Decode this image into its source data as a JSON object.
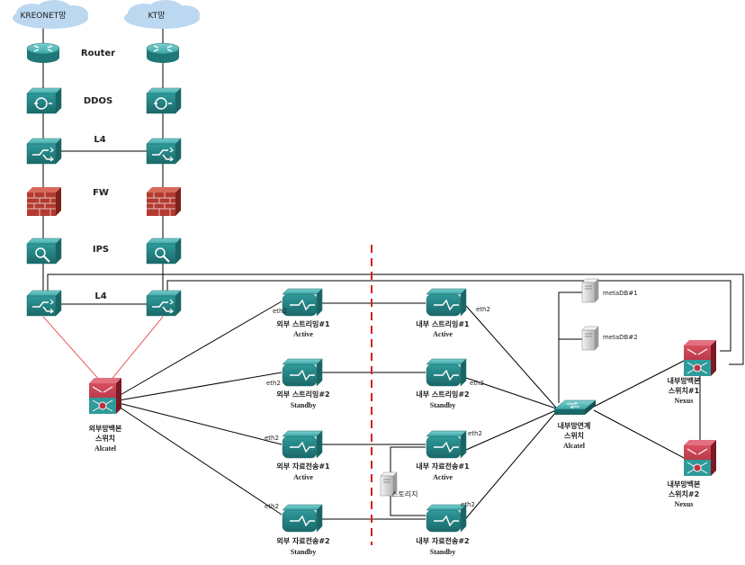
{
  "clouds": {
    "kreonet": "KREONET망",
    "kt": "KT망"
  },
  "layers": {
    "router": "Router",
    "ddos": "DDOS",
    "l4_top": "L4",
    "fw": "FW",
    "ips": "IPS",
    "l4_bottom": "L4"
  },
  "ext_switch": {
    "line1": "외부망백본",
    "line2": "스위치",
    "line3": "Alcatel"
  },
  "ext_stream1": {
    "name": "외부 스트리밍#1",
    "state": "Active",
    "port": "eth2"
  },
  "ext_stream2": {
    "name": "외부 스트리밍#2",
    "state": "Standby",
    "port": "eth2"
  },
  "ext_transfer1": {
    "name": "외부 자료전송#1",
    "state": "Active",
    "port": "eth2"
  },
  "ext_transfer2": {
    "name": "외부 자료전송#2",
    "state": "Standby",
    "port": "eth2"
  },
  "int_stream1": {
    "name": "내부 스트리밍#1",
    "state": "Active",
    "port": "eth2"
  },
  "int_stream2": {
    "name": "내부 스트리밍#2",
    "state": "Standby",
    "port": "eth2"
  },
  "int_transfer1": {
    "name": "내부 자료전송#1",
    "state": "Active",
    "port": "eth2"
  },
  "int_transfer2": {
    "name": "내부 자료전송#2",
    "state": "Standby",
    "port": "eth2"
  },
  "storage": "스토리지",
  "meta1": "metaDB#1",
  "meta2": "metaDB#2",
  "int_link_switch": {
    "line1": "내부망연계",
    "line2": "스위치",
    "line3": "Alcatel"
  },
  "int_core1": {
    "line1": "내부망백본",
    "line2": "스위치#1",
    "line3": "Nexus"
  },
  "int_core2": {
    "line1": "내부망백본",
    "line2": "스위치#2",
    "line3": "Nexus"
  },
  "colors": {
    "teal": "#2f9a9a",
    "teal_dark": "#1d6c6c",
    "firewall": "#b23a30",
    "nexus": "#c0303e",
    "divider": "#d42020",
    "ha_link": "#e03030"
  }
}
